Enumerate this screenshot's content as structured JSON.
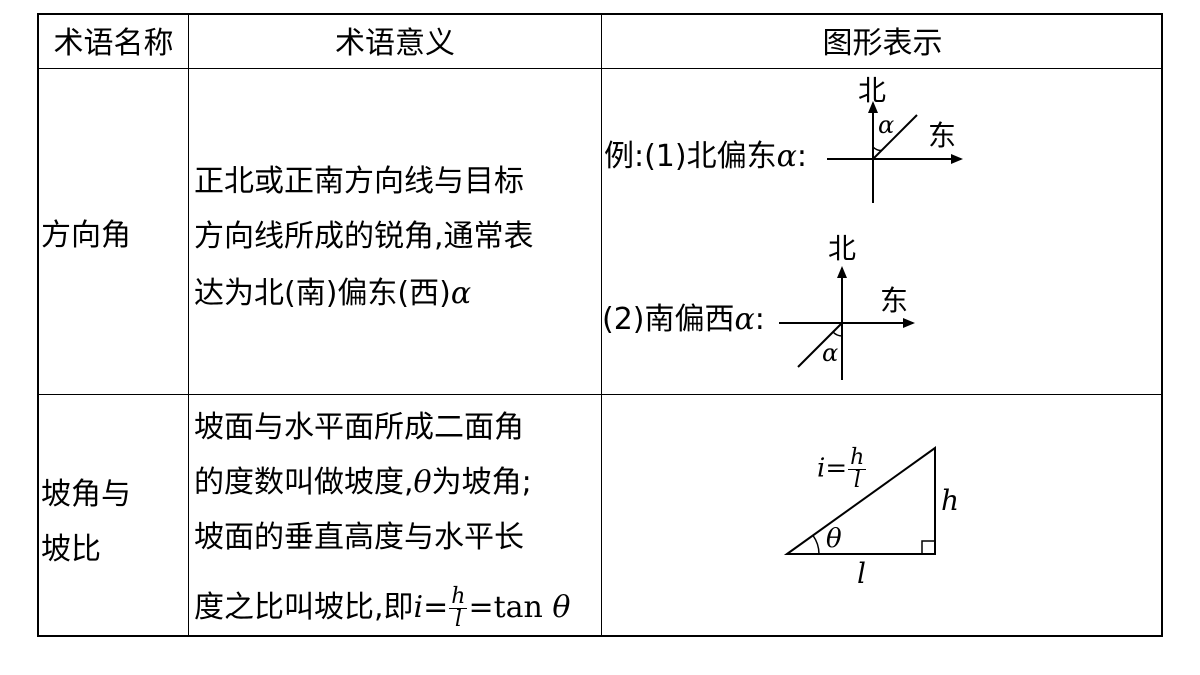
{
  "header": {
    "col1": "术语名称",
    "col2": "术语意义",
    "col3": "图形表示"
  },
  "row1": {
    "name": "方向角",
    "meaning_line1": "正北或正南方向线与目标",
    "meaning_line2": "方向线所成的锐角,通常表",
    "meaning_line3_text": "达为北(南)偏东(西)",
    "meaning_line3_symbol": "α",
    "example1_prefix": "例:(1)北偏东",
    "example1_symbol": "α",
    "example1_suffix": ":",
    "example2_prefix": "(2)南偏西",
    "example2_symbol": "α",
    "example2_suffix": ":",
    "north": "北",
    "east": "东",
    "angle_symbol": "α"
  },
  "row2": {
    "name_line1": "坡角与",
    "name_line2": "坡比",
    "meaning_line1": "坡面与水平面所成二面角",
    "meaning_line2_a": "的度数叫做坡度,",
    "meaning_line2_theta": "θ",
    "meaning_line2_b": "为坡角;",
    "meaning_line3": "坡面的垂直高度与水平长",
    "meaning_line4_a": "度之比叫坡比,即",
    "i_symbol": "i",
    "equals": "=",
    "h_symbol": "h",
    "l_symbol": "l",
    "tan_text": "=tan ",
    "theta_symbol": "θ",
    "figure_i_label": "i",
    "figure_h": "h",
    "figure_l": "l",
    "figure_theta": "θ"
  }
}
